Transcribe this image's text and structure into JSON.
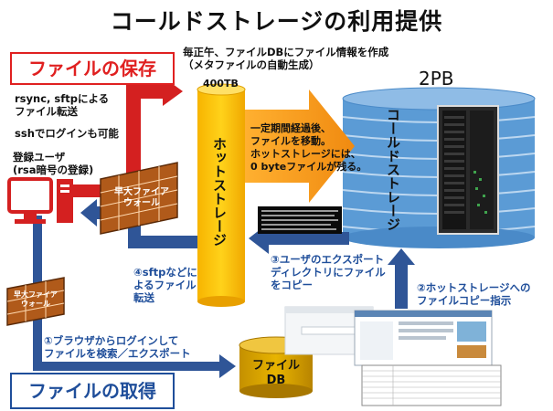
{
  "title": "コールドストレージの利用提供",
  "labels": {
    "save": "ファイルの保存",
    "get": "ファイルの取得",
    "noon_note": [
      "毎正午、ファイルDBにファイル情報を作成",
      "（メタファイルの自動生成）"
    ],
    "capacity_hot": "400TB",
    "capacity_cold": "2PB",
    "rsync": [
      "rsync, sftpによる",
      "ファイル転送"
    ],
    "ssh": "sshでログインも可能",
    "user": [
      "登録ユーザ",
      "(rsa暗号の登録)"
    ],
    "firewall_main": [
      "早大ファイア",
      "ウォール"
    ],
    "firewall_small": [
      "早大ファイア",
      "ウォール"
    ],
    "hot_storage": "ホットストレージ",
    "cold_storage": "コールドストレージ",
    "move_note": [
      "一定期間経過後、",
      "ファイルを移動。",
      "ホットストレージには、",
      "0 byteファイルが残る。"
    ],
    "step3": [
      "③ユーザのエクスポート",
      "ディレクトリにファイル",
      "をコピー"
    ],
    "step4": [
      "④sftpなどに",
      "よるファイル",
      "転送"
    ],
    "step1": [
      "①ブラウザからログインして",
      "ファイルを検索／エクスポート"
    ],
    "step2": [
      "②ホットストレージへの",
      "ファイルコピー指示"
    ],
    "db": [
      "ファイル",
      "DB"
    ]
  },
  "colors": {
    "red": "#d42020",
    "blue": "#2f5597",
    "cylinder_yellow": "#ffc000",
    "cold_blue": "#5b9bd5",
    "arrow_orange": "#f5a623"
  }
}
